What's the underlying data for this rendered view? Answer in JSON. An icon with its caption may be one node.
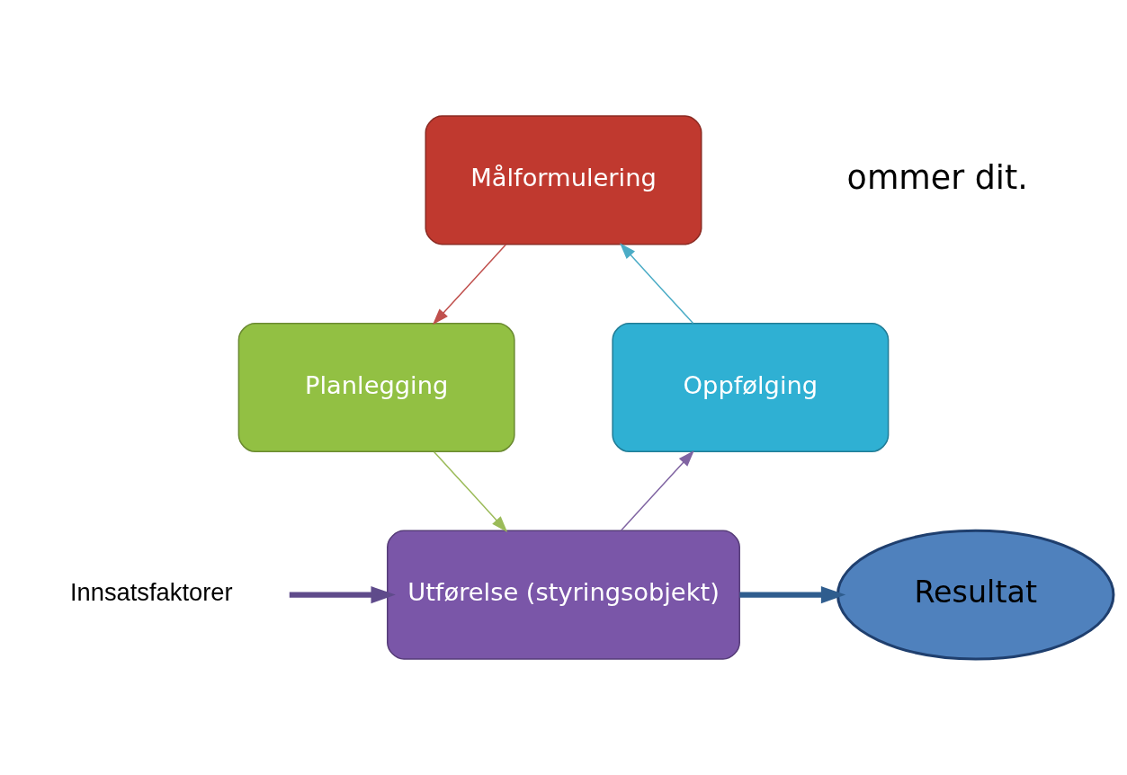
{
  "diagram": {
    "nodes": [
      {
        "text": [
          "Målformulering"
        ]
      },
      {
        "text": [
          "Planlegging"
        ]
      },
      {
        "text": [
          "Utførelse (styringsobjekt)"
        ]
      },
      {
        "text": [
          "Oppfølging"
        ]
      },
      {
        "text": [
          "Innsatsfaktorer"
        ]
      },
      {
        "text": [
          "Resultat"
        ]
      }
    ],
    "edges": [
      {
        "from": 0,
        "to": 1,
        "arrow": "to",
        "color": "#c0504d"
      },
      {
        "from": 1,
        "to": 2,
        "arrow": "to",
        "color": "#9bbb59"
      },
      {
        "from": 2,
        "to": 3,
        "arrow": "to",
        "color": "#8064a2"
      },
      {
        "from": 3,
        "to": 0,
        "arrow": "to",
        "color": "#4bacc6"
      },
      {
        "from": 4,
        "to": 2,
        "arrow": "to",
        "style": "thick",
        "color": "#5f4b8b"
      },
      {
        "from": 2,
        "to": 5,
        "arrow": "to",
        "style": "thick",
        "color": "#2f5d8e"
      }
    ],
    "labels": [
      "ommer dit."
    ]
  }
}
